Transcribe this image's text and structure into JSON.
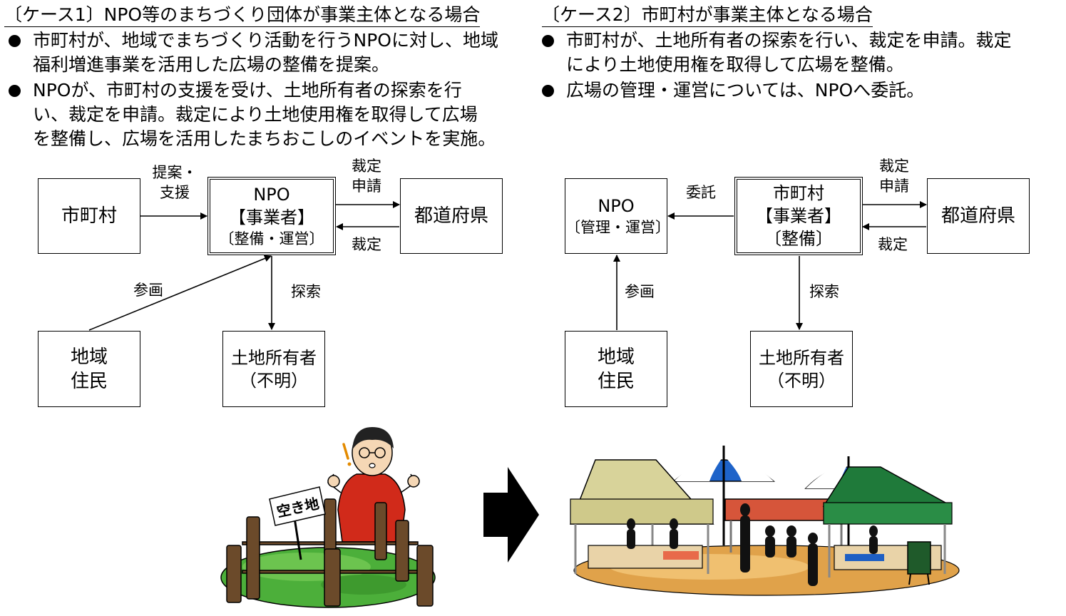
{
  "case1": {
    "heading": "〔ケース1〕NPO等のまちづくり団体が事業主体となる場合",
    "bullets": [
      [
        "市町村が、地域でまちづくり活動を行うNPOに対し、地域",
        "福利増進事業を活用した広場の整備を提案。"
      ],
      [
        "NPOが、市町村の支援を受け、土地所有者の探索を行",
        "い、裁定を申請。裁定により土地使用権を取得して広場",
        "を整備し、広場を活用したまちおこしのイベントを実施。"
      ]
    ],
    "boxes": {
      "municipality": "市町村",
      "npo": [
        "NPO",
        "【事業者】",
        "〔整備・運営〕"
      ],
      "prefecture": "都道府県",
      "residents": [
        "地域",
        "住民"
      ],
      "owner": [
        "土地所有者",
        "（不明）"
      ]
    },
    "labels": {
      "proposal": [
        "提案・",
        "支援"
      ],
      "apply": [
        "裁定",
        "申請"
      ],
      "ruling": "裁定",
      "participate": "参画",
      "search": "探索"
    }
  },
  "case2": {
    "heading": "〔ケース2〕市町村が事業主体となる場合",
    "bullets": [
      [
        "市町村が、土地所有者の探索を行い、裁定を申請。裁定",
        "により土地使用権を取得して広場を整備。"
      ],
      [
        "広場の管理・運営については、NPOへ委託。"
      ]
    ],
    "boxes": {
      "npo": [
        "NPO",
        "〔管理・運営〕"
      ],
      "municipality": [
        "市町村",
        "【事業者】",
        "〔整備〕"
      ],
      "prefecture": "都道府県",
      "residents": [
        "地域",
        "住民"
      ],
      "owner": [
        "土地所有者",
        "（不明）"
      ]
    },
    "labels": {
      "entrust": "委託",
      "apply": [
        "裁定",
        "申請"
      ],
      "ruling": "裁定",
      "participate": "参画",
      "search": "探索"
    }
  },
  "illustrations": {
    "vacant_sign": "空き地"
  },
  "colors": {
    "grass": "#4caf3a",
    "umbrella_blue": "#1e63c9",
    "tent_beige": "#d8d39a",
    "tent_green": "#1f7a3a",
    "tent_red": "#d6553a",
    "shirt_red": "#d12a1a",
    "ground": "#e0a24a"
  }
}
